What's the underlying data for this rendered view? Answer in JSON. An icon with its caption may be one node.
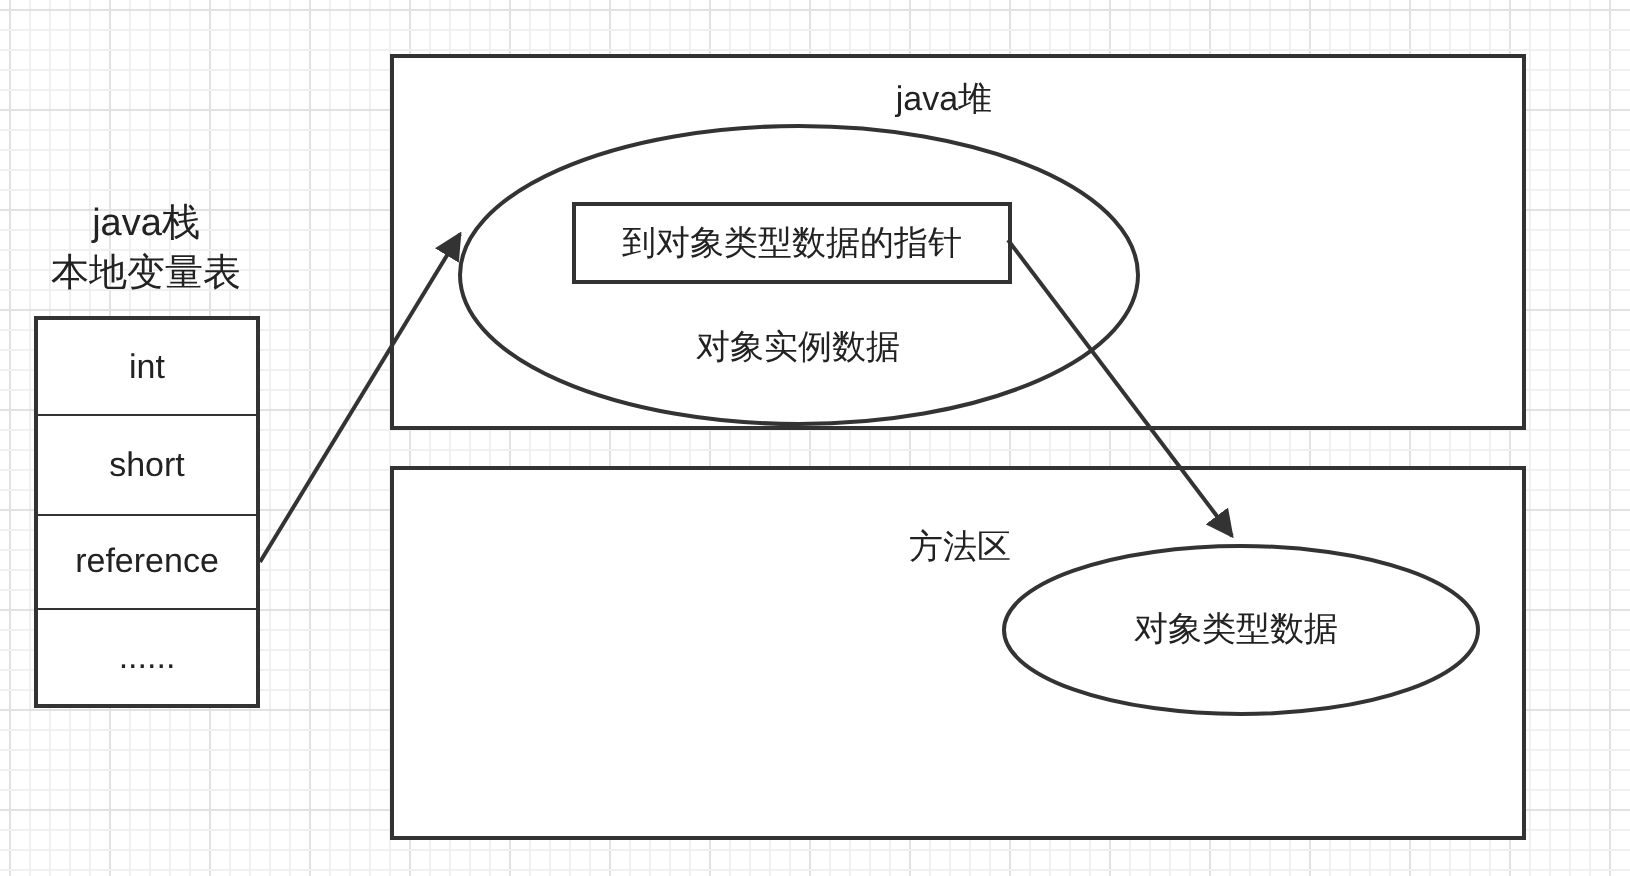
{
  "diagram": {
    "nodes": [
      {
        "text": [
          "java栈",
          "本地变量表"
        ]
      },
      {
        "text": [
          "int"
        ],
        "in": 0
      },
      {
        "text": [
          "short"
        ],
        "in": 0
      },
      {
        "text": [
          "reference"
        ],
        "in": 0
      },
      {
        "text": [
          "......"
        ],
        "in": 0
      },
      {
        "text": [
          "java堆"
        ]
      },
      {
        "text": [
          "对象实例数据"
        ],
        "in": 5
      },
      {
        "text": [
          "到对象类型数据的指针"
        ],
        "in": 6
      },
      {
        "text": [
          "方法区"
        ]
      },
      {
        "text": [
          "对象类型数据"
        ],
        "in": 8
      }
    ],
    "edges": [
      {
        "from": 3,
        "to": 6,
        "arrow": "to"
      },
      {
        "from": 7,
        "to": 9,
        "arrow": "to"
      }
    ]
  }
}
